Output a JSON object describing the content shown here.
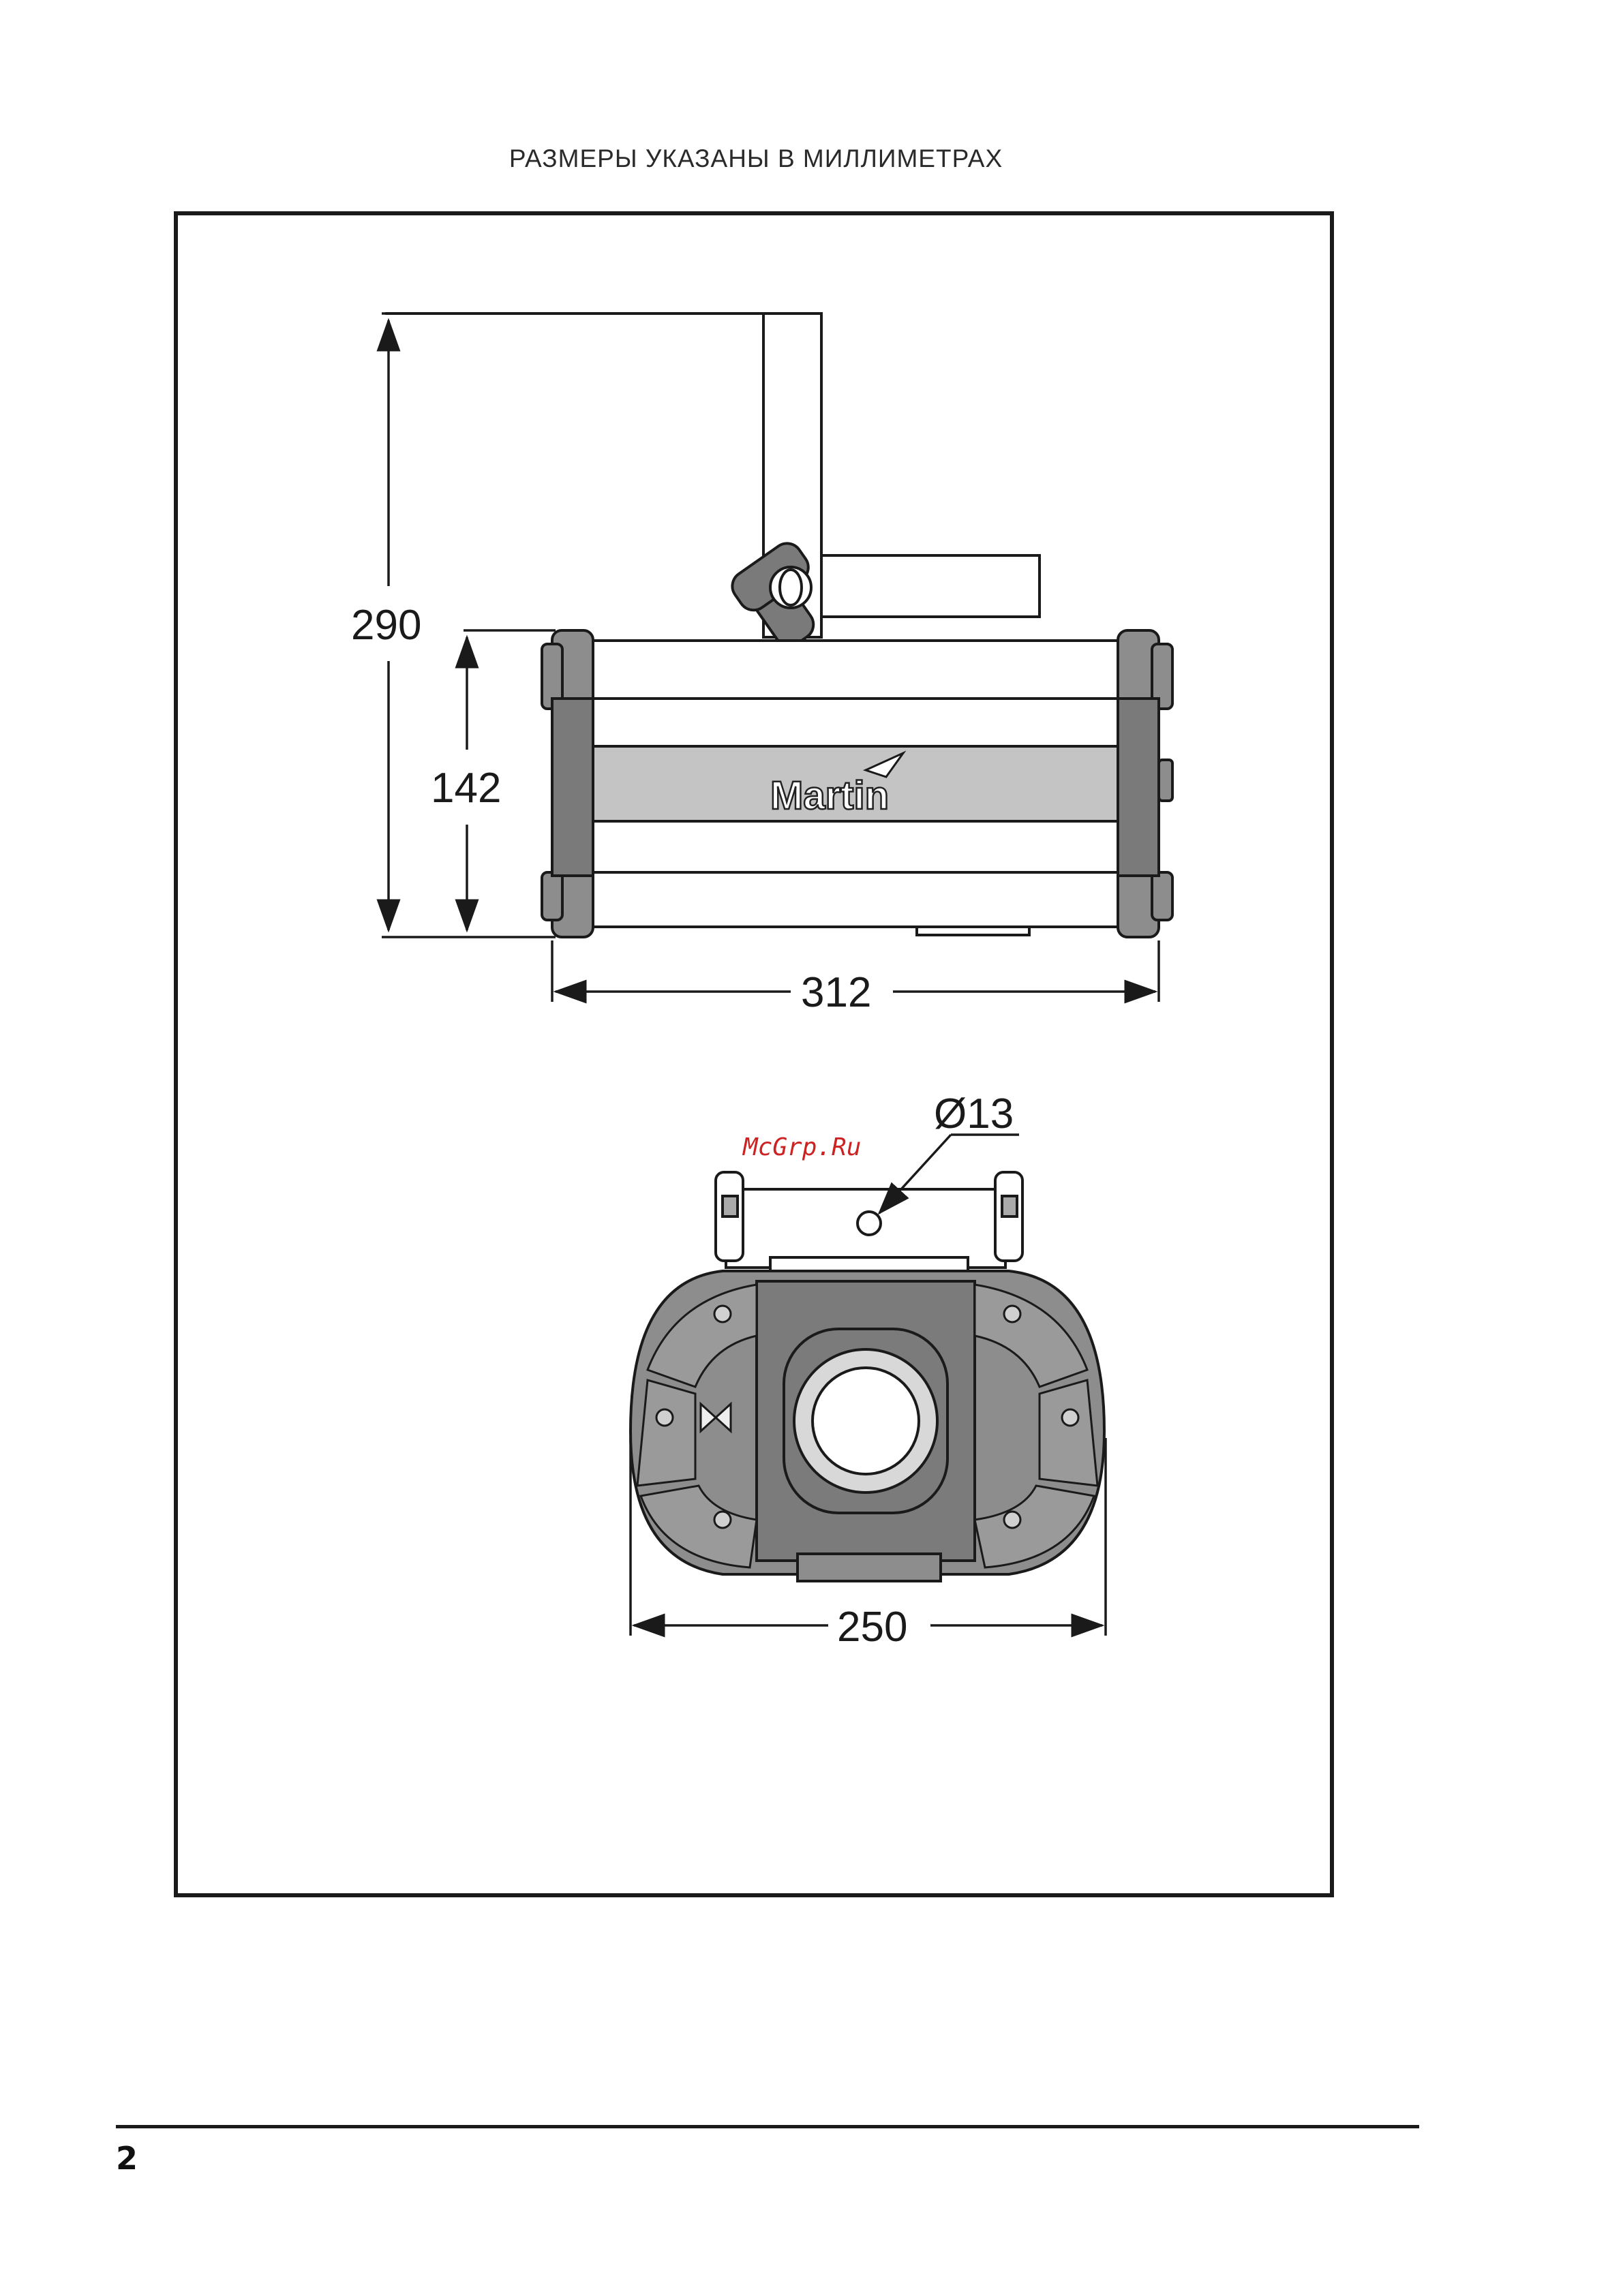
{
  "caption": "РАЗМЕРЫ УКАЗАНЫ В МИЛЛИМЕТРАХ",
  "side_view": {
    "total_height": "290",
    "body_height": "142",
    "length": "312",
    "logo": "Martin"
  },
  "front_view": {
    "hole_diameter": "Ø13",
    "width": "250"
  },
  "watermark": "McGrp.Ru",
  "page_number": "2"
}
